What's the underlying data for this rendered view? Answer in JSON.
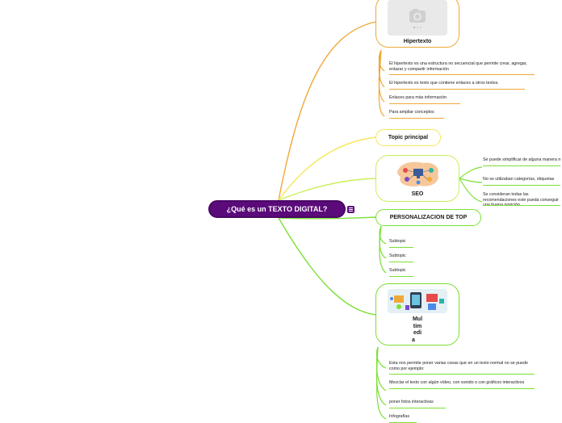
{
  "central": {
    "label": "¿Qué es un TEXTO DIGITAL?"
  },
  "icons": {
    "note": "note-icon",
    "camera": "camera-icon",
    "seo": "seo-illustration",
    "multimedia": "multimedia-illustration"
  },
  "colors": {
    "central": "#5b0a7a",
    "orange": "#f0a838",
    "yellow": "#f5e85a",
    "green": "#7be035"
  },
  "topics": {
    "hipertexto": {
      "label": "Hipertexto",
      "subtopics": [
        "El hipertexto es una estructura no secuencial que permite crear, agregar, enlazar y compartir información",
        "El hipertexto es texto que contiene enlaces a otros textos.",
        "Enlaces para más información",
        "Para ampliar conceptos"
      ]
    },
    "topic_principal": {
      "label": "Topic principal"
    },
    "seo": {
      "label": "SEO",
      "subtopics": [
        "Se puede simplificar de alguna manera mucho más complejo",
        "No se utilizaban categorías, etiquetas",
        "Se consideran todas las recomendaciones este pueda conseguir una buena posición"
      ]
    },
    "personalizacion": {
      "label": "PERSONALIZACION DE TOP",
      "subtopics": [
        "Subtopic",
        "Subtopic",
        "Subtopic"
      ]
    },
    "multimedia": {
      "label_lines": [
        "Mul",
        "tim",
        "edi",
        "a"
      ],
      "subtopics": [
        "Esta nos permite poner varias cosas que en un texto normal no se puede como por ejemplo:",
        "Mezclar el texto con algún vídeo, con sonido o con gráficos interactivos",
        "poner fotos interactivas",
        "Infografías"
      ]
    }
  }
}
